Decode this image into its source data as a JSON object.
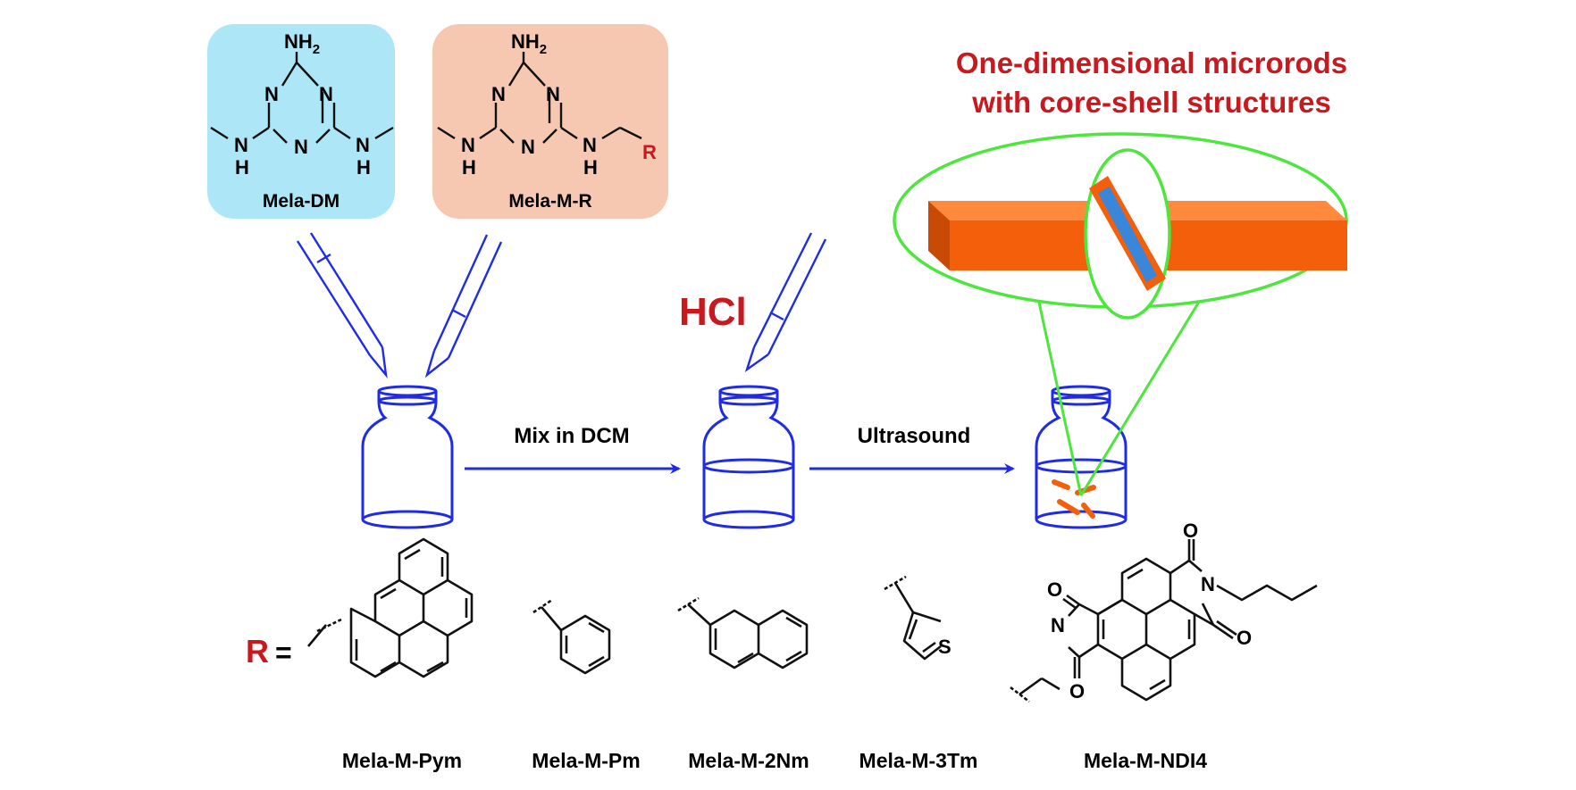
{
  "compounds": {
    "mela_dm": "Mela-DM",
    "mela_m_r": "Mela-M-R"
  },
  "atoms": {
    "nh2": "NH",
    "nh2_sub": "2",
    "n": "N",
    "nh_n": "N",
    "nh_h": "H",
    "r": "R",
    "s": "S",
    "o": "O"
  },
  "steps": {
    "mix": "Mix in DCM",
    "ultrasound": "Ultrasound"
  },
  "reagent": "HCl",
  "result": {
    "line1": "One-dimensional microrods",
    "line2": "with core-shell structures"
  },
  "r_group": {
    "label": "R",
    "equals": "=",
    "names": [
      "Mela-M-Pym",
      "Mela-M-Pm",
      "Mela-M-2Nm",
      "Mela-M-3Tm",
      "Mela-M-NDI4"
    ]
  },
  "colors": {
    "blue_box": "#ADE6F6",
    "salmon_box": "#F6C8B2",
    "glass": "#1F2BE6",
    "red_text": "#C8191E",
    "green": "#4DE63C",
    "orange_rod": "#F35F0B",
    "core_blue": "#3A86D8"
  }
}
